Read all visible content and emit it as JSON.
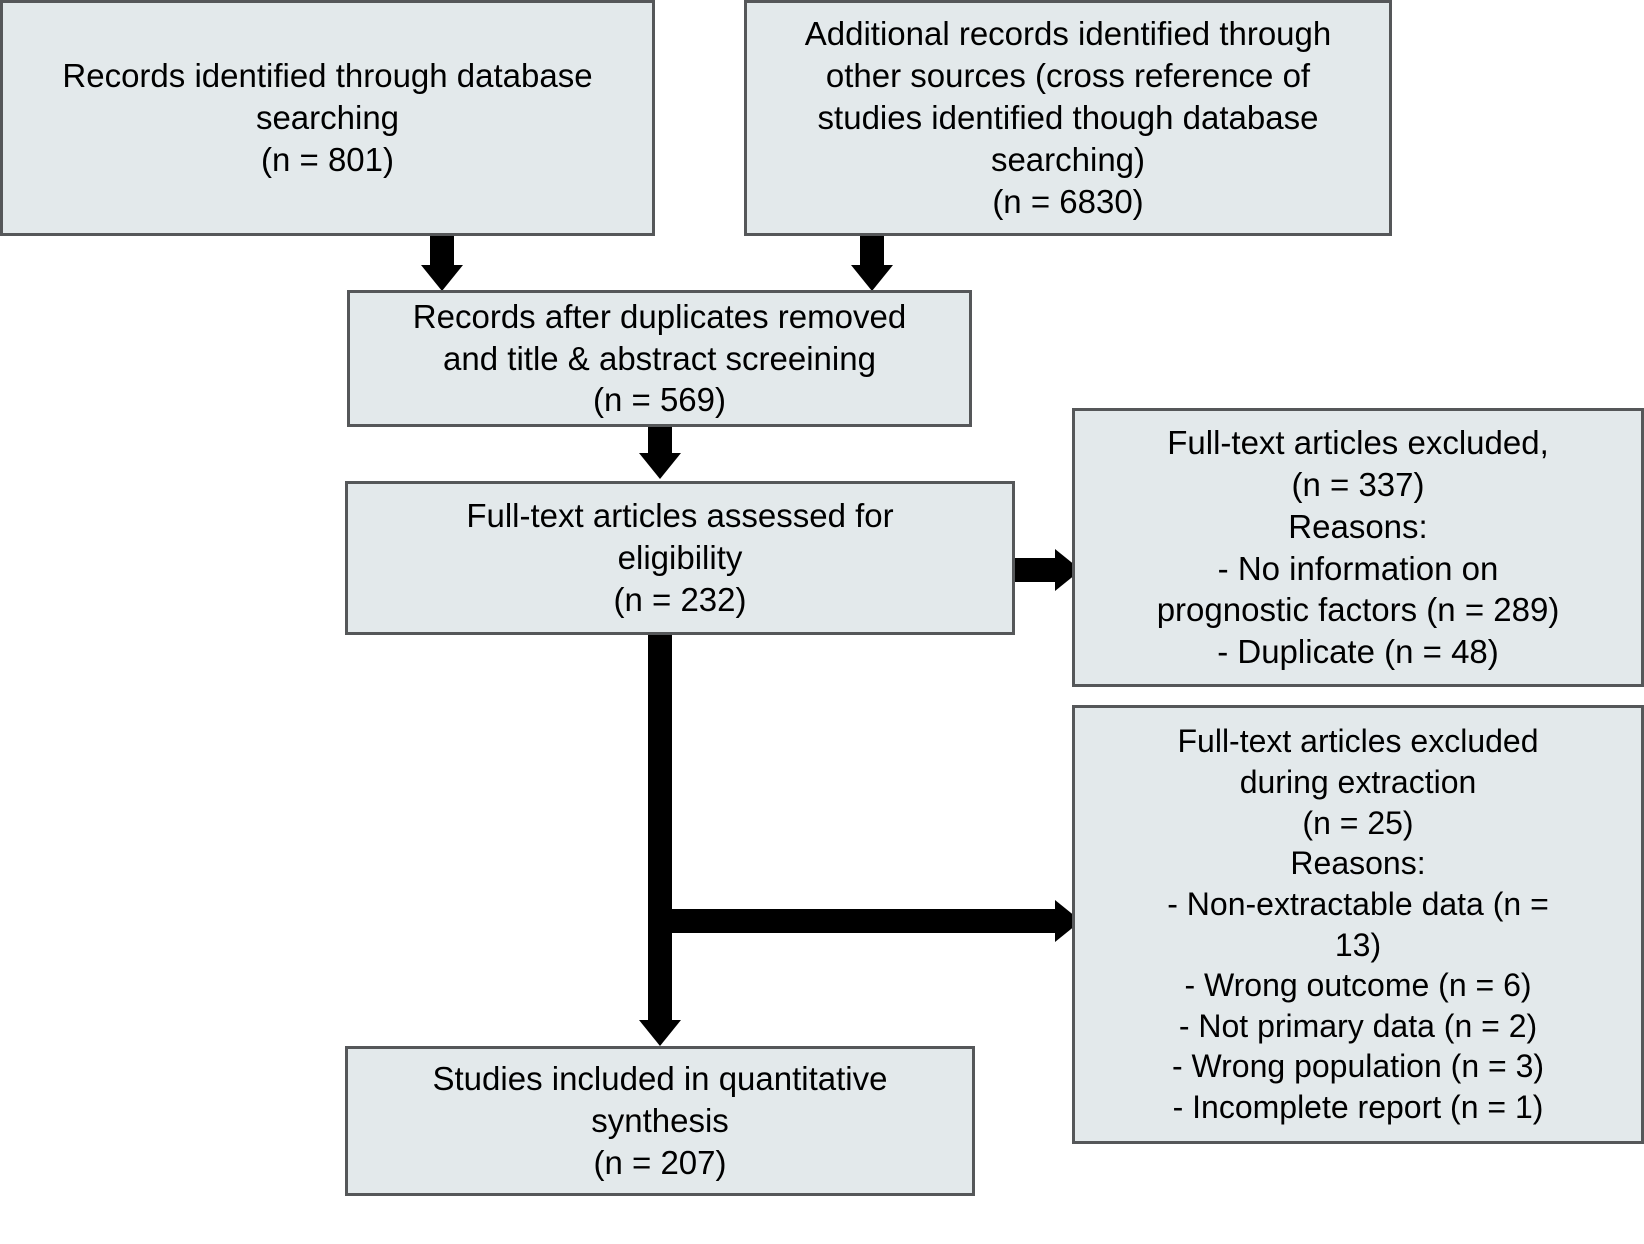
{
  "diagram": {
    "type": "prisma-flow-diagram",
    "title": "",
    "colors": {
      "box_fill": "#e3e9eb",
      "box_border": "#555759",
      "arrow": "#000000",
      "text": "#000000",
      "background": "#ffffff"
    },
    "boxes": {
      "database_searching": {
        "label": "Records identified through database\nsearching\n(n = 801)",
        "n": 801
      },
      "other_sources": {
        "label": "Additional records identified through\nother sources (cross reference of\nstudies identified though database\nsearching)\n(n = 6830)",
        "n": 6830
      },
      "after_duplicates": {
        "label": "Records after duplicates removed\nand title & abstract screeining\n(n = 569)",
        "n": 569
      },
      "eligibility": {
        "label": "Full-text articles assessed for\neligibility\n(n =  232)",
        "n": 232
      },
      "excluded_fulltext": {
        "label": "Full-text articles excluded,\n(n = 337)\nReasons:\n- No information on\nprognostic factors (n = 289)\n- Duplicate (n = 48)",
        "n": 337,
        "reasons": [
          {
            "label": "No information on prognostic factors",
            "n": 289
          },
          {
            "label": "Duplicate",
            "n": 48
          }
        ]
      },
      "excluded_extraction": {
        "label": "Full-text articles excluded\nduring extraction\n(n = 25)\nReasons:\n- Non-extractable data (n =\n13)\n- Wrong outcome (n = 6)\n- Not primary data (n = 2)\n- Wrong population (n = 3)\n- Incomplete report (n = 1)",
        "n": 25,
        "reasons": [
          {
            "label": "Non-extractable data",
            "n": 13
          },
          {
            "label": "Wrong outcome",
            "n": 6
          },
          {
            "label": "Not primary data",
            "n": 2
          },
          {
            "label": "Wrong population",
            "n": 3
          },
          {
            "label": "Incomplete report",
            "n": 1
          }
        ]
      },
      "included": {
        "label": "Studies included in quantitative\nsynthesis\n(n =  207)",
        "n": 207
      }
    }
  }
}
